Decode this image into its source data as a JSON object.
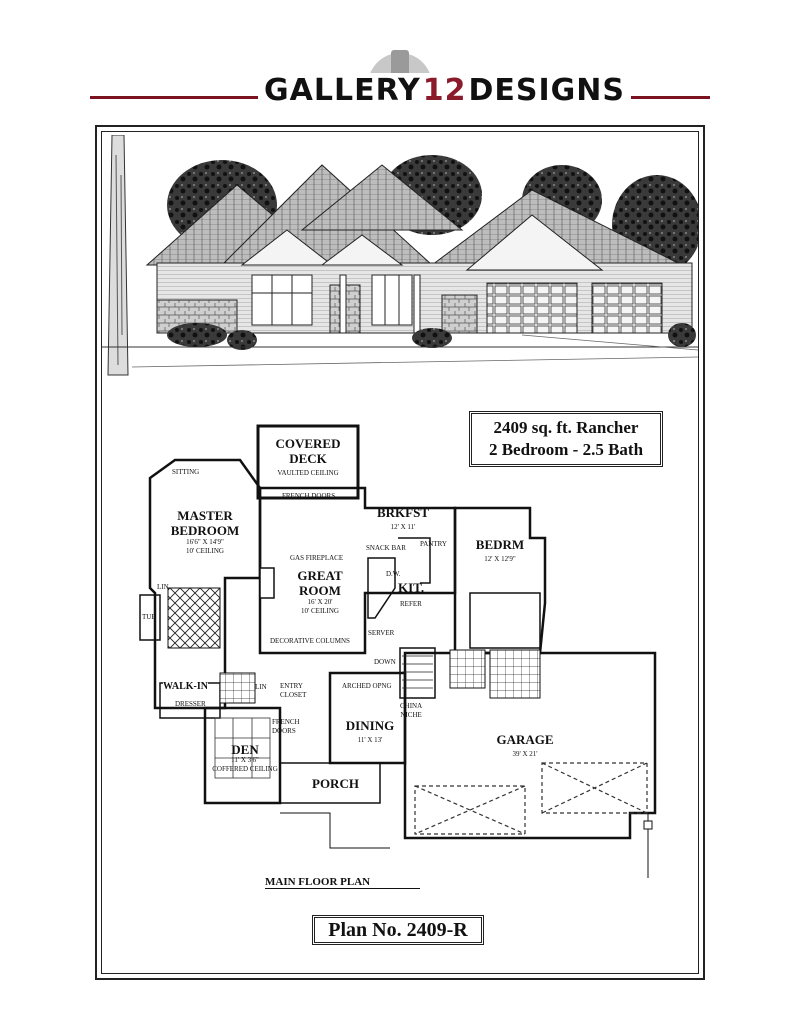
{
  "brand": {
    "part1": "GALLERY",
    "part2": "12",
    "part3": "DESIGNS",
    "accent_color": "#8b1a2b",
    "rule_color": "#7a1220"
  },
  "info": {
    "line1": "2409 sq. ft. Rancher",
    "line2": "2 Bedroom - 2.5 Bath"
  },
  "plan_number": "Plan No. 2409-R",
  "floor_plan_title": "MAIN FLOOR PLAN",
  "rooms": {
    "covered_deck": "COVERED",
    "covered_deck2": "DECK",
    "deck_note": "VAULTED CEILING",
    "french_doors_top": "FRENCH DOORS",
    "sitting": "SITTING",
    "master": "MASTER",
    "master2": "BEDROOM",
    "master_dim": "16'6\" X 14'9\"",
    "master_ceiling": "10' CEILING",
    "brkfst": "BRKFST",
    "brkfst_dim": "12' X 11'",
    "pantry": "PANTRY",
    "bedrm": "BEDRM",
    "bedrm_dim": "12' X 12'9\"",
    "gas_fireplace": "GAS FIREPLACE",
    "snack_bar": "SNACK BAR",
    "great": "GREAT",
    "room": "ROOM",
    "great_dim": "16' X 20'",
    "great_ceiling": "10' CEILING",
    "kit": "KIT.",
    "dw": "D.W.",
    "refer": "REFER",
    "decorative_columns": "DECORATIVE COLUMNS",
    "server": "SERVER",
    "down": "DOWN",
    "lin1": "LIN",
    "tub": "TUB",
    "walk_in": "WALK-IN",
    "dresser": "DRESSER",
    "lin2": "LIN",
    "entry_closet": "ENTRY",
    "entry_closet2": "CLOSET",
    "arched_opng": "ARCHED OPNG",
    "china_niche": "CHINA",
    "china_niche2": "NICHE",
    "french_doors_den": "FRENCH",
    "french_doors_den2": "DOORS",
    "den": "DEN",
    "den_dim": "11' X 3'6\"",
    "den_ceiling": "COFFERED CEILING",
    "dining": "DINING",
    "dining_dim": "11' X 13'",
    "garage": "GARAGE",
    "garage_dim": "39' X 21'",
    "porch": "PORCH"
  }
}
